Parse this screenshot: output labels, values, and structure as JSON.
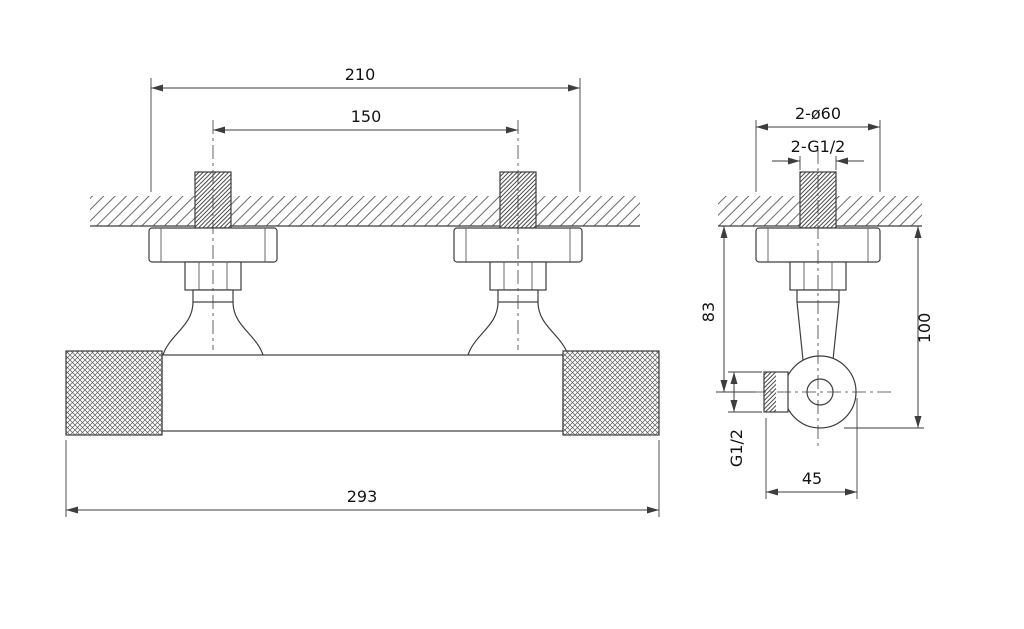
{
  "drawing": {
    "front_view": {
      "dim_flange_span": "210",
      "dim_center_distance": "150",
      "dim_overall_length": "293"
    },
    "side_view": {
      "dim_flange_diameter": "2-ø60",
      "dim_inlet_thread": "2-G1/2",
      "dim_wall_to_outlet_center": "83",
      "dim_wall_to_body_bottom": "100",
      "dim_outlet_thread": "G1/2",
      "dim_outlet_depth": "45"
    },
    "colors": {
      "line": "#3d3d3d",
      "background": "#ffffff"
    }
  }
}
